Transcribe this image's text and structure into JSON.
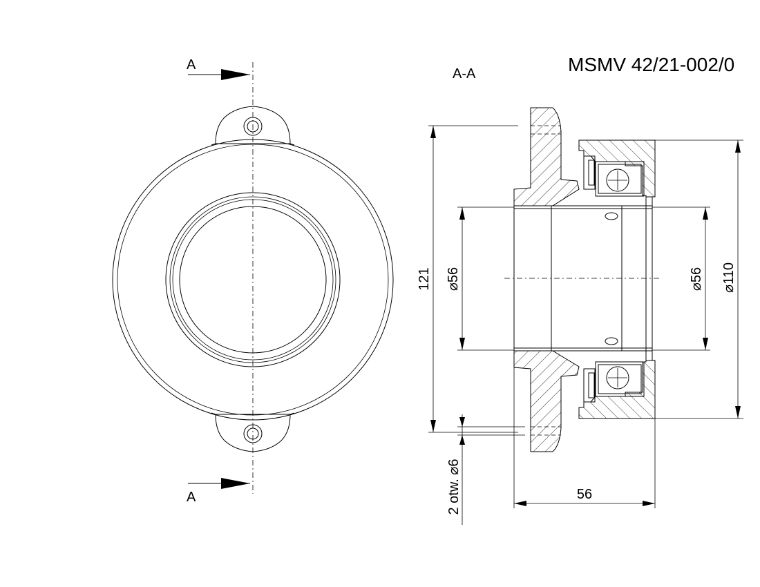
{
  "drawing": {
    "title": "MSMV 42/21-002/0",
    "section_label": "A-A",
    "cut_label_top": "A",
    "cut_label_bottom": "A"
  },
  "dimensions": {
    "height_121": "121",
    "bore_left": "⌀56",
    "bore_right": "⌀56",
    "outer_dia": "⌀110",
    "holes": "2 otw. ⌀6",
    "width_56": "56"
  }
}
